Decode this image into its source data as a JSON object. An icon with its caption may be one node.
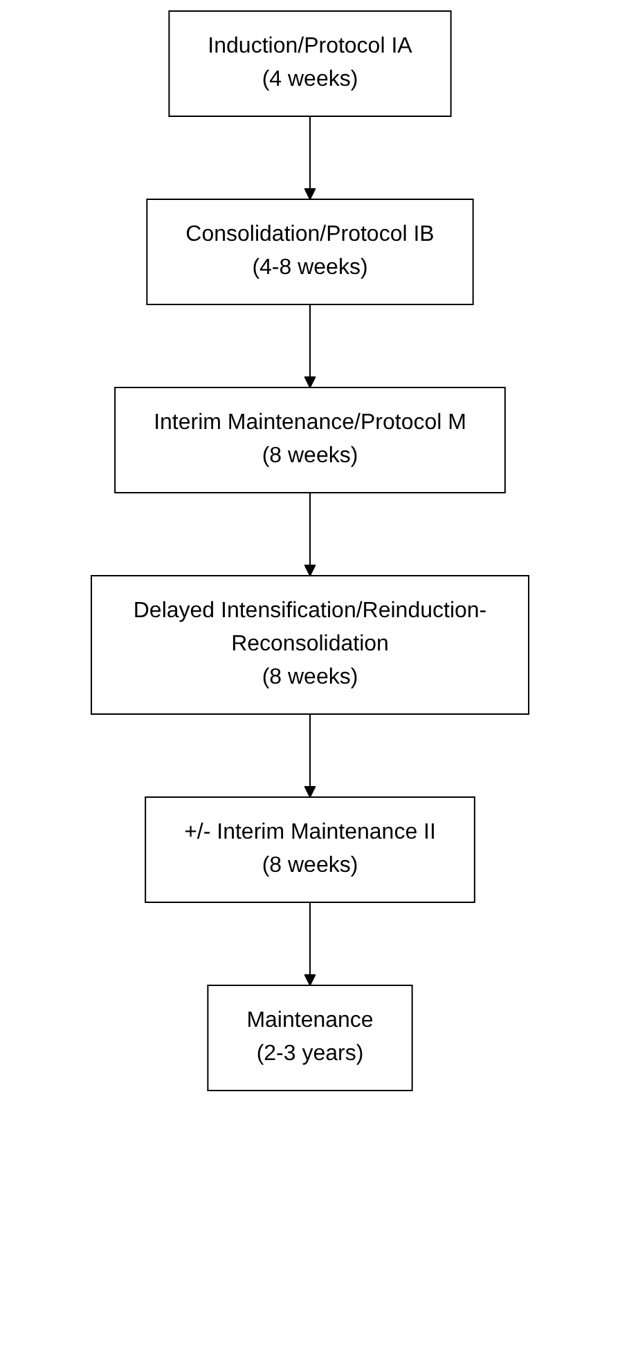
{
  "diagram": {
    "nodes": [
      {
        "text": [
          "Induction/Protocol IA",
          "(4 weeks)"
        ]
      },
      {
        "text": [
          "Consolidation/Protocol IB",
          "(4-8 weeks)"
        ]
      },
      {
        "text": [
          "Interim Maintenance/Protocol M",
          "(8 weeks)"
        ]
      },
      {
        "text": [
          "Delayed Intensification/Reinduction-Reconsolidation",
          "(8 weeks)"
        ]
      },
      {
        "text": [
          "+/- Interim Maintenance II",
          "(8 weeks)"
        ]
      },
      {
        "text": [
          "Maintenance",
          "(2-3 years)"
        ]
      }
    ],
    "edges": [
      {
        "from": 0,
        "to": 1,
        "arrow": "to"
      },
      {
        "from": 1,
        "to": 2,
        "arrow": "to"
      },
      {
        "from": 2,
        "to": 3,
        "arrow": "to"
      },
      {
        "from": 3,
        "to": 4,
        "arrow": "to"
      },
      {
        "from": 4,
        "to": 5,
        "arrow": "to"
      }
    ]
  }
}
